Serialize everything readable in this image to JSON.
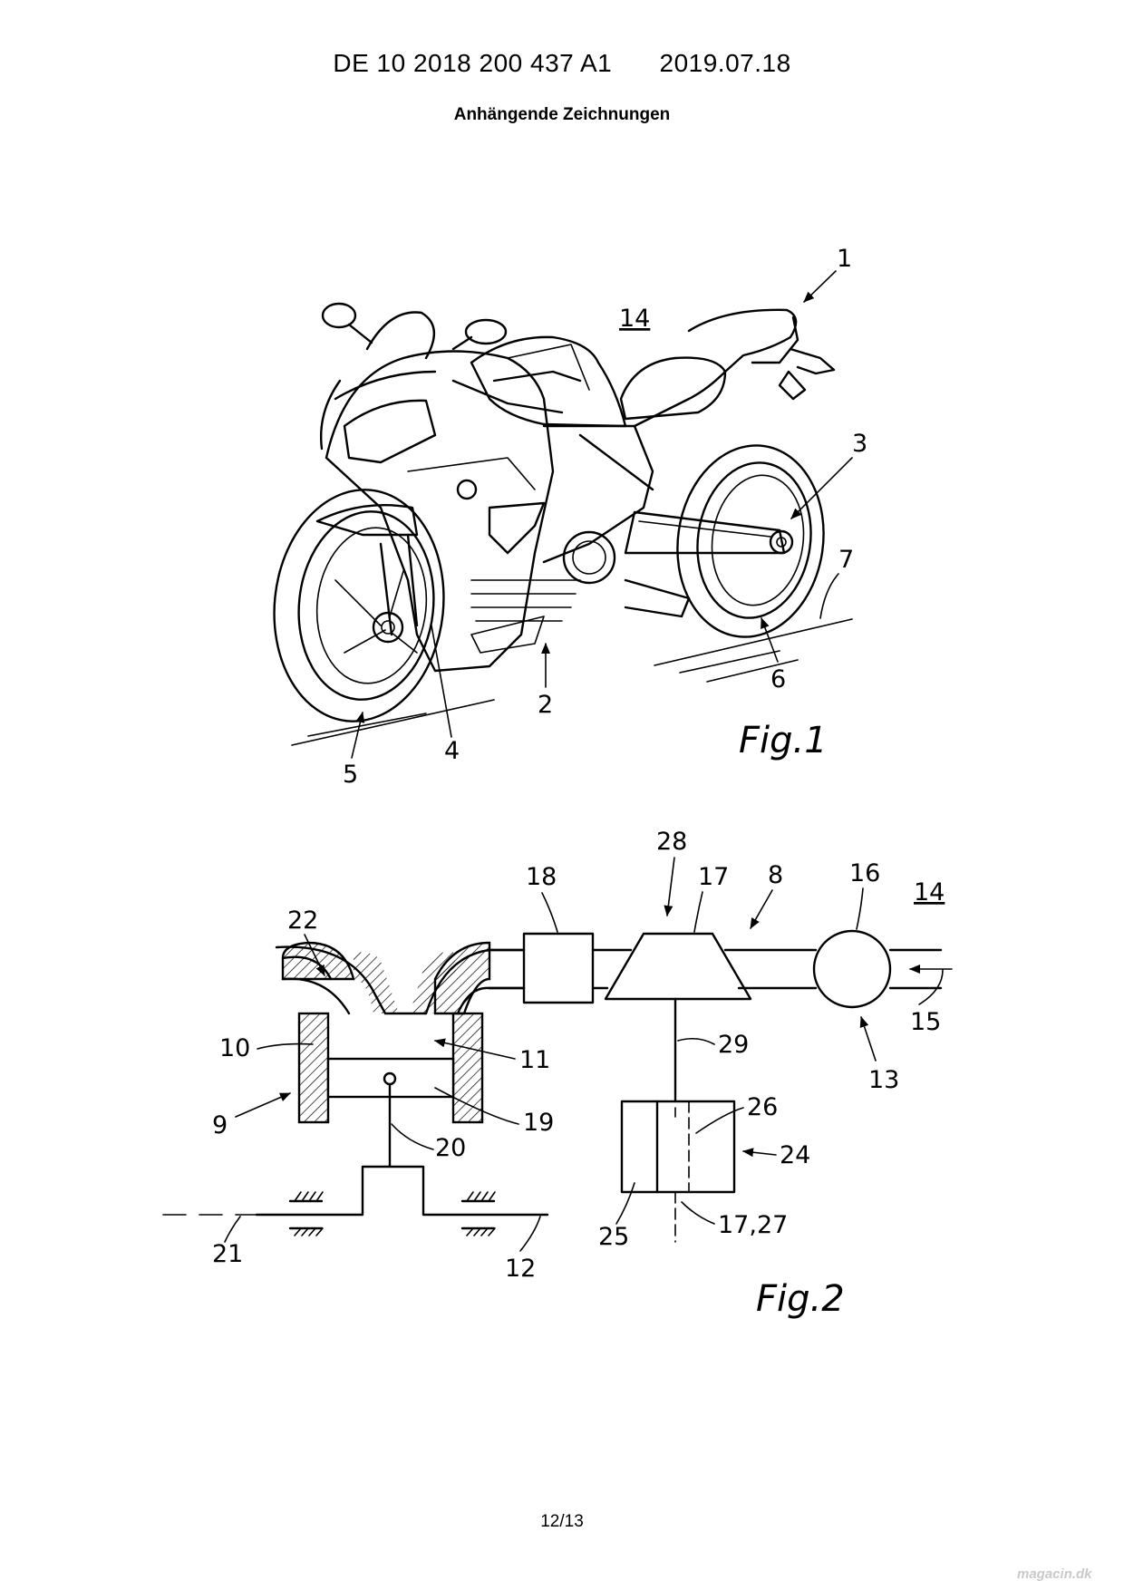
{
  "header": {
    "doc_number": "DE 10 2018 200 437 A1",
    "date": "2019.07.18",
    "section_title": "Anhängende Zeichnungen"
  },
  "figure1": {
    "label": "Fig.1",
    "refs": {
      "r1": "1",
      "r2": "2",
      "r3": "3",
      "r4": "4",
      "r5": "5",
      "r6": "6",
      "r7": "7",
      "r14": "14"
    }
  },
  "figure2": {
    "label": "Fig.2",
    "refs": {
      "r8": "8",
      "r9": "9",
      "r10": "10",
      "r11": "11",
      "r12": "12",
      "r13": "13",
      "r14": "14",
      "r15": "15",
      "r16": "16",
      "r17": "17",
      "r18": "18",
      "r19": "19",
      "r20": "20",
      "r21": "21",
      "r22": "22",
      "r24": "24",
      "r25": "25",
      "r26": "26",
      "r1727": "17,27",
      "r28": "28",
      "r29": "29"
    }
  },
  "footer": {
    "page": "12/13"
  },
  "watermark": "magacin.dk"
}
